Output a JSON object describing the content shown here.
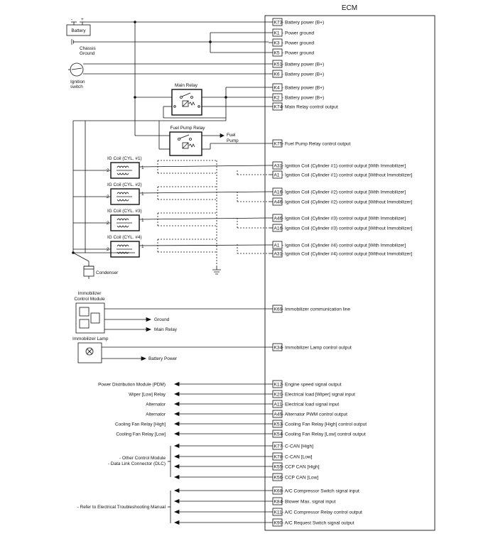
{
  "ecm_title": "ECM",
  "components": {
    "battery": "Battery",
    "battery_minus": "-",
    "battery_plus": "+",
    "chassis_ground_1": "Chassis",
    "chassis_ground_2": "Ground",
    "ignition_switch_1": "Ignition",
    "ignition_switch_2": "switch",
    "main_relay": "Main Relay",
    "fuel_pump_relay": "Fuel Pump Relay",
    "fuel_pump_1": "Fuel",
    "fuel_pump_2": "Pump",
    "ig_coils": [
      "IG Coil (CYL. #1)",
      "IG Coil (CYL. #2)",
      "IG Coil (CYL. #3)",
      "IG Coil (CYL. #4)"
    ],
    "coil_pin_2": "2",
    "coil_pin_1": "1",
    "condenser": "Condenser",
    "immobilizer_module_1": "Immobilizer",
    "immobilizer_module_2": "Control Module",
    "ground": "Ground",
    "main_relay_out": "Main Relay",
    "immobilizer_lamp": "Immobilizer Lamp",
    "battery_power": "Battery Power"
  },
  "pins": [
    {
      "pin": "K73",
      "desc": " - Battery power (B+)"
    },
    {
      "pin": "K1",
      "desc": " - Power ground"
    },
    {
      "pin": "K3",
      "desc": " - Power ground"
    },
    {
      "pin": "K5",
      "desc": " - Power ground"
    },
    {
      "pin": "K51",
      "desc": " - Battery power (B+)"
    },
    {
      "pin": "K6",
      "desc": " - Battery power (B+)"
    },
    {
      "pin": "K4",
      "desc": " - Battery power (B+)"
    },
    {
      "pin": "K2",
      "desc": " - Battery power (B+)"
    },
    {
      "pin": "K74",
      "desc": " - Main Relay control output"
    },
    {
      "pin": "K75",
      "desc": " - Fuel Pump Relay control output"
    },
    {
      "pin": "A31",
      "desc": " - Ignition Coil (Cylinder #1) control output [With Immobilizer]"
    },
    {
      "pin": "A1",
      "desc": " - Ignition Coil (Cylinder #1) control output [Without Immobilizer]"
    },
    {
      "pin": "A16",
      "desc": " - Ignition Coil (Cylinder #2) control output [With Immobilizer]"
    },
    {
      "pin": "A46",
      "desc": " - Ignition Coil (Cylinder #2) control output [Without Immobilizer]"
    },
    {
      "pin": "A46",
      "desc": " - Ignition Coil (Cylinder #3) control output [With Immobilizer]"
    },
    {
      "pin": "A16",
      "desc": " - Ignition Coil (Cylinder #3) control output [Without Immobilizer]"
    },
    {
      "pin": "A1",
      "desc": " - Ignition Coil (Cylinder #4) control output [With Immobilizer]"
    },
    {
      "pin": "A31",
      "desc": " - Ignition Coil (Cylinder #4) control output [Without Immobilizer]"
    },
    {
      "pin": "K69",
      "desc": " - Immobilizer communication line"
    },
    {
      "pin": "K34",
      "desc": " - Immobilizer Lamp control output"
    },
    {
      "pin": "K12",
      "desc": " - Engine speed signal output"
    },
    {
      "pin": "K20",
      "desc": " - Electrical load [Wiper] signal input"
    },
    {
      "pin": "A11",
      "desc": " - Electrical load signal input"
    },
    {
      "pin": "A49",
      "desc": " - Alternator PWM control output"
    },
    {
      "pin": "K53",
      "desc": " - Cooling Fan Relay [High] control output"
    },
    {
      "pin": "K54",
      "desc": " - Cooling Fan Relay [Low] control output"
    },
    {
      "pin": "K77",
      "desc": " - C-CAN [High]"
    },
    {
      "pin": "K78",
      "desc": " - C-CAN [Low]"
    },
    {
      "pin": "K55",
      "desc": " - CCP CAN [High]"
    },
    {
      "pin": "K56",
      "desc": " - CCP CAN [Low]"
    },
    {
      "pin": "K68",
      "desc": " - A/C Compressor Switch signal input"
    },
    {
      "pin": "K84",
      "desc": " - Blower Max. signal input"
    },
    {
      "pin": "K11",
      "desc": " - A/C Compressor Relay control output"
    },
    {
      "pin": "K90",
      "desc": " - A/C Request Switch signal output"
    }
  ],
  "left_labels": [
    "Power Distribution Module (PDM)",
    "Wiper [Low] Relay",
    "Alternator",
    "Alternator",
    "Cooling Fan Relay [High]",
    "Cooling Fan Relay [Low]"
  ],
  "can_label_1": "- Other Control Module",
  "can_label_2": "- Data Link Connector (DLC)",
  "ac_label": "- Refer to Electrical Troubleshooting Manual"
}
